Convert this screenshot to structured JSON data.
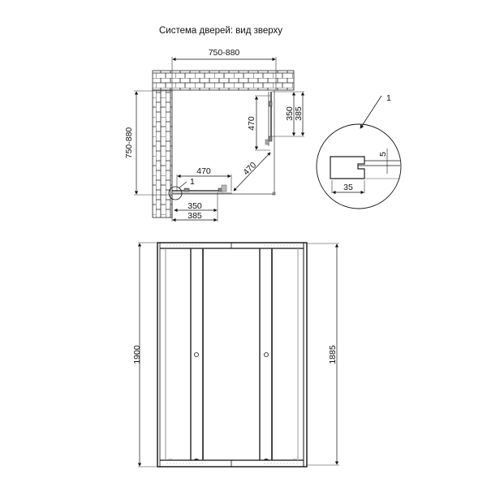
{
  "title": "Система дверей: вид зверху",
  "top_view": {
    "dim_width": "750-880",
    "dim_depth": "750-880",
    "dim_door_top": "470",
    "dim_door_diag": "470",
    "dim_door_side": "470",
    "dim_bottom_inner": "350",
    "dim_bottom_outer": "385",
    "dim_right_inner": "350",
    "dim_right_outer": "385",
    "callout": "1"
  },
  "detail": {
    "callout": "1",
    "dim_width": "35",
    "dim_gap": "5"
  },
  "front_view": {
    "dim_left_height": "1900",
    "dim_right_height": "1885"
  }
}
